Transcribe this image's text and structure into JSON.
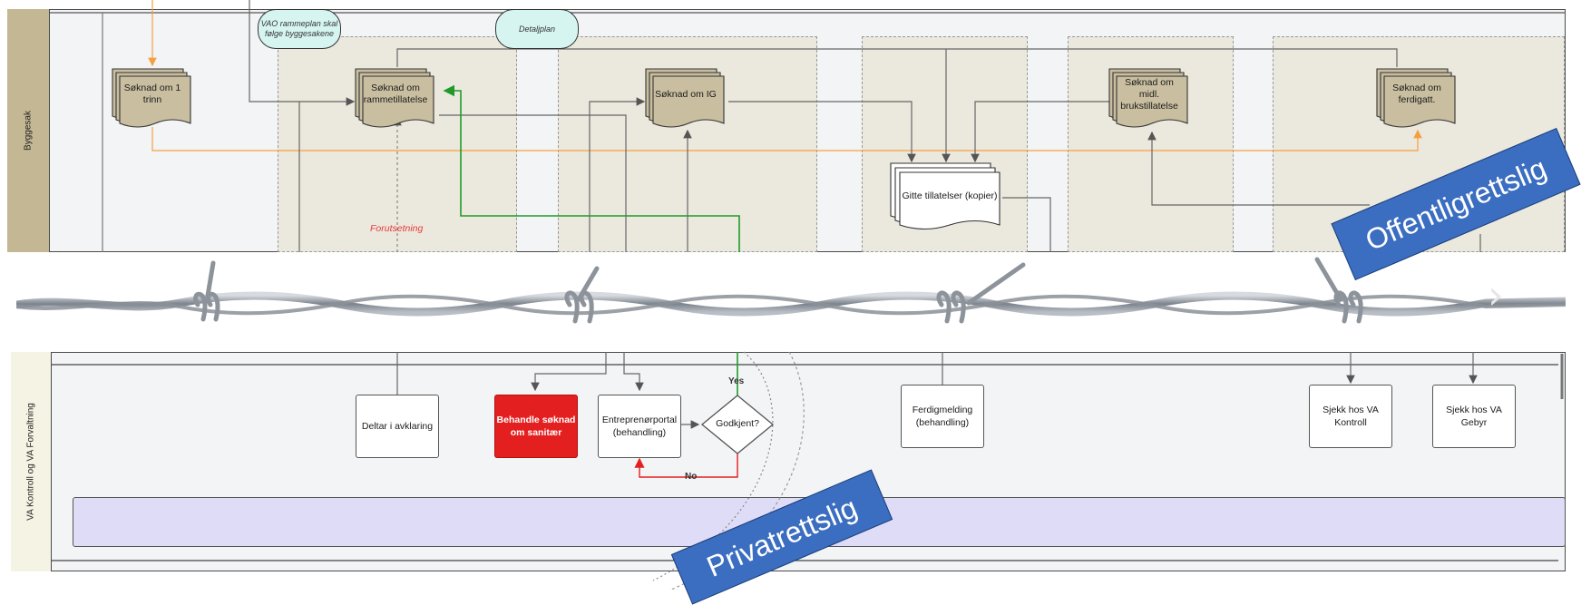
{
  "lanes": {
    "top_label": "Byggesak",
    "bottom_label": "VA Kontroll og VA Forvaltning"
  },
  "bubbles": {
    "vao": "VAO rammeplan skal følge byggesakene",
    "detaljplan": "Detaljplan"
  },
  "documents": {
    "soknad_1_trinn": "Søknad om 1 trinn",
    "soknad_ramme": "Søknad om rammetillatelse",
    "soknad_ig": "Søknad om IG",
    "gitte_tillatelser": "Gitte tillatelser (kopier)",
    "soknad_midl": "Søknad om midl. brukstillatelse",
    "soknad_ferdig": "Søknad om ferdigatt."
  },
  "labels": {
    "forutsetning": "Forutsetning",
    "yes": "Yes",
    "no": "No"
  },
  "tasks": {
    "deltar": "Deltar i avklaring",
    "behandle": "Behandle søknad om sanitær",
    "entreprenor": "Entreprenørportal (behandling)",
    "godkjent": "Godkjent?",
    "ferdigmelding": "Ferdigmelding (behandling)",
    "sjekk_kontroll": "Sjekk hos VA Kontroll",
    "sjekk_gebyr": "Sjekk hos VA Gebyr"
  },
  "banners": {
    "offentlig": "Offentligrettslig",
    "privat": "Privatrettslig"
  },
  "colors": {
    "document_fill": "#c9bea0",
    "phase_fill": "#ebe8dd",
    "red_task": "#e41f1f",
    "banner_blue": "#3b6ec0",
    "purple_band": "#dfdcf7",
    "green_flow": "#1f9a2a",
    "orange_flow": "#f5a040"
  },
  "icons": {
    "separator": "barbed-wire-icon",
    "nav": "chevron-right-icon"
  }
}
